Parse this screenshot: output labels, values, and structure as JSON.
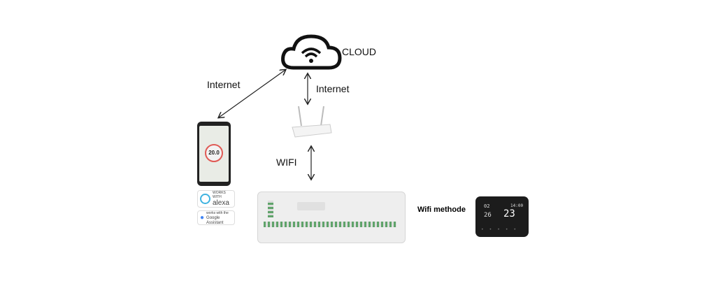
{
  "labels": {
    "cloud": "CLOUD",
    "internet_left": "Internet",
    "internet_right": "Internet",
    "wifi": "WIFI",
    "wifi_method": "Wifi methode"
  },
  "phone": {
    "temperature": "20.0"
  },
  "badges": {
    "alexa_top": "WORKS WITH",
    "alexa": "alexa",
    "google_top": "works with the",
    "google": "Google Assistant"
  },
  "thermostat": {
    "room_temp": "26",
    "set_temp": "23",
    "time": "14:00",
    "day": "02"
  },
  "colors": {
    "ring": "#e05a55",
    "alexa": "#3fb3e0"
  }
}
